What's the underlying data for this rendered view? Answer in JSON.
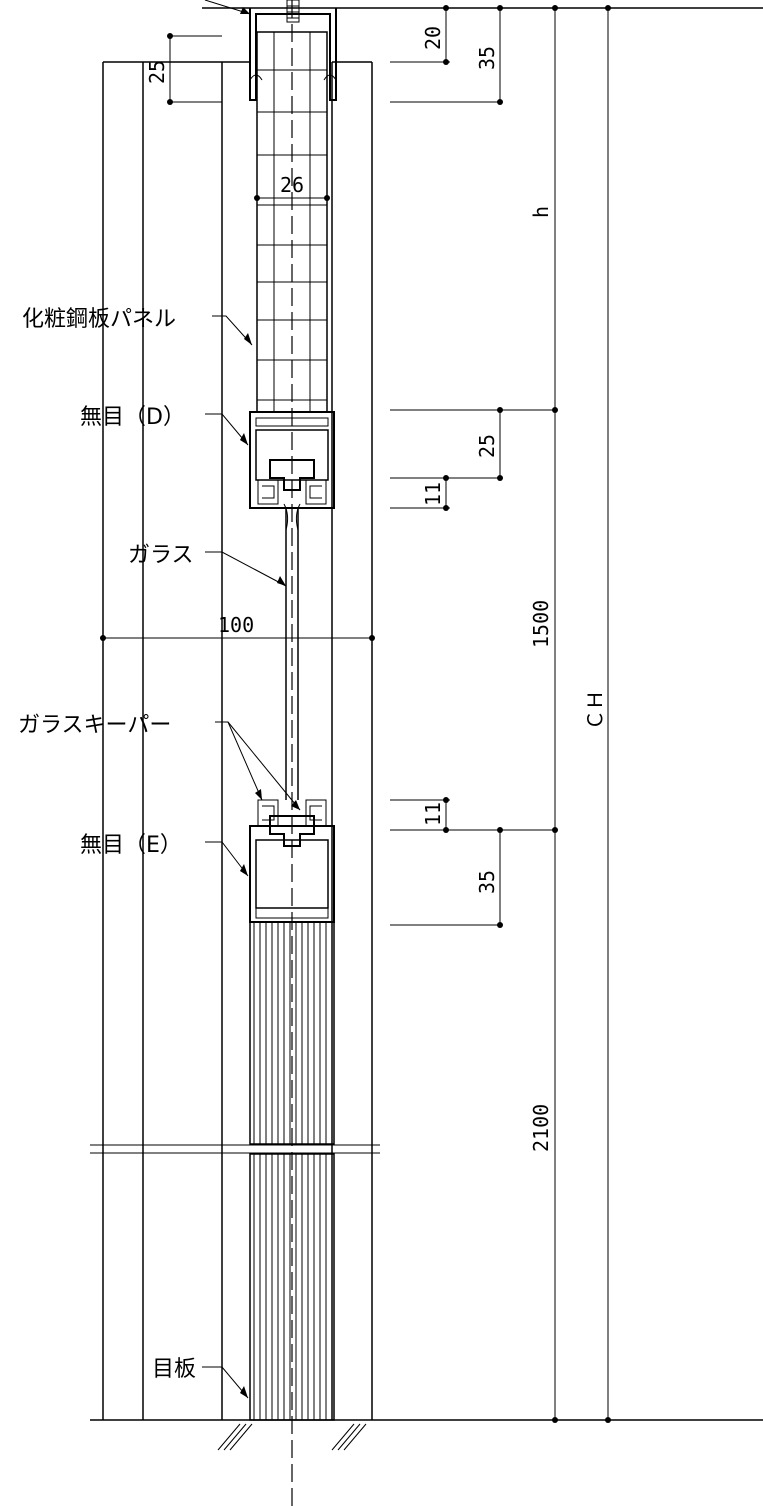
{
  "labels": {
    "panel": "化粧鋼板パネル",
    "transom_d": "無目（D）",
    "glass": "ガラス",
    "glass_keeper": "ガラスキーパー",
    "transom_e": "無目（E）",
    "joint_panel": "目板"
  },
  "dimensions": {
    "d20": "20",
    "d35_top": "35",
    "d25_top": "25",
    "d26": "26",
    "h": "h",
    "d25_mid": "25",
    "d11_a": "11",
    "d1500": "1500",
    "d100": "100",
    "ch": "ＣＨ",
    "d11_b": "11",
    "d35_bottom": "35",
    "d2100": "2100"
  }
}
